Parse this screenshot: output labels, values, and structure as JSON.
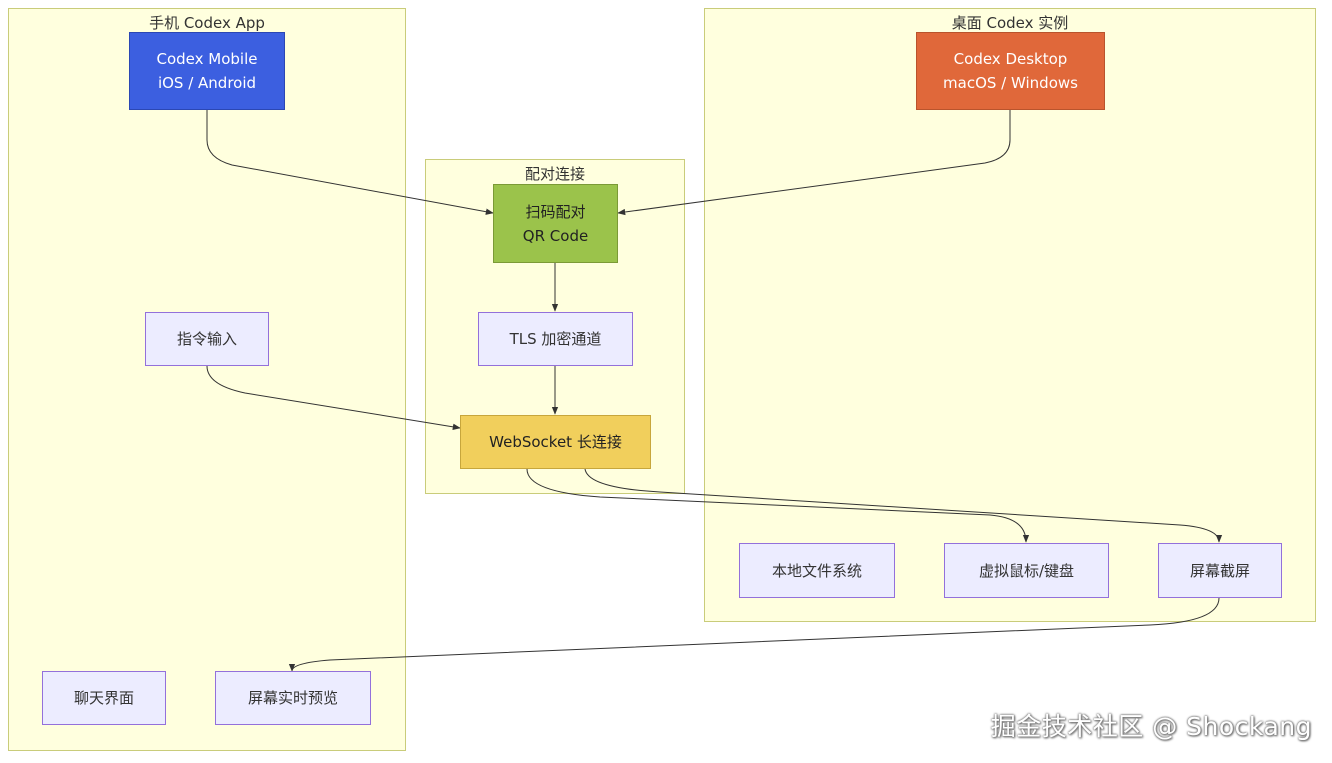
{
  "clusters": {
    "mobile": {
      "title": "手机 Codex App"
    },
    "pairing": {
      "title": "配对连接"
    },
    "desktop": {
      "title": "桌面 Codex 实例"
    }
  },
  "nodes": {
    "codex_mobile": {
      "line1": "Codex Mobile",
      "line2": "iOS / Android"
    },
    "codex_desktop": {
      "line1": "Codex Desktop",
      "line2": "macOS / Windows"
    },
    "qr_pair": {
      "line1": "扫码配对",
      "line2": "QR Code"
    },
    "tls": {
      "label": "TLS 加密通道"
    },
    "websocket": {
      "label": "WebSocket 长连接"
    },
    "command_input": {
      "label": "指令输入"
    },
    "chat_ui": {
      "label": "聊天界面"
    },
    "screen_preview": {
      "label": "屏幕实时预览"
    },
    "local_fs": {
      "label": "本地文件系统"
    },
    "virtual_input": {
      "label": "虚拟鼠标/键盘"
    },
    "screenshot": {
      "label": "屏幕截屏"
    }
  },
  "colors": {
    "cluster_fill": "#ffffde",
    "default_node": "#ececff",
    "mobile_node": "#3c5fe0",
    "desktop_node": "#e0683a",
    "qr_node": "#9bc34b",
    "websocket_node": "#f1cf5c"
  },
  "watermark": "掘金技术社区 @ Shockang"
}
